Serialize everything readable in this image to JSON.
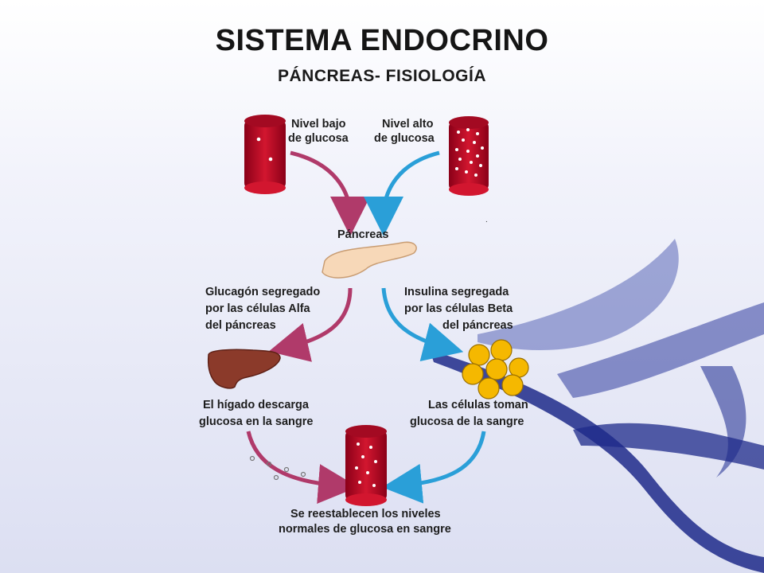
{
  "slide": {
    "title": "SISTEMA ENDOCRINO",
    "subtitle": "PÁNCREAS- FISIOLOGÍA"
  },
  "diagram": {
    "low_glucose": [
      "Nivel bajo",
      "de glucosa"
    ],
    "high_glucose": [
      "Nivel alto",
      "de glucosa"
    ],
    "pancreas": "Páncreas",
    "glucagon": [
      "Glucagón segregado",
      "por las células Alfa",
      "del páncreas"
    ],
    "insulin": [
      "Insulina segregada",
      "por las células Beta",
      "del páncreas"
    ],
    "liver": [
      "El hígado descarga",
      "glucosa en la sangre"
    ],
    "cells": [
      "Las células toman",
      "glucosa de la sangre"
    ],
    "normal": [
      "Se reestablecen los niveles",
      "normales de glucosa en sangre"
    ]
  },
  "colors": {
    "blood": "#c8102e",
    "blood_dark": "#7a0016",
    "magenta_arrow": "#b03a6a",
    "blue_arrow": "#2a9fd8",
    "liver": "#8b3a2a",
    "fat_cells": "#f5b800",
    "pancreas": "#f7d8b8",
    "swoosh": "#1e2a8a"
  }
}
